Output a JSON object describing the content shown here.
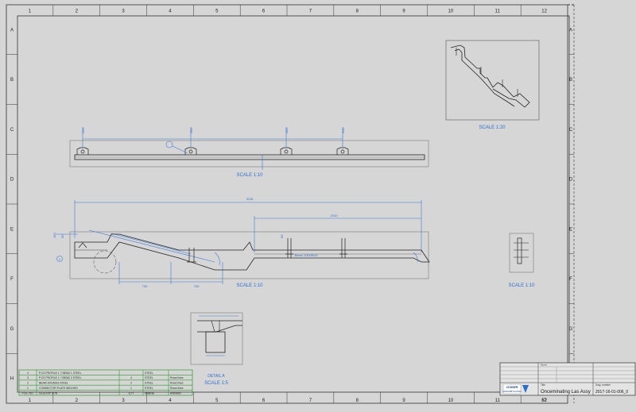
{
  "border": {
    "cols": [
      "1",
      "2",
      "3",
      "4",
      "5",
      "6",
      "7",
      "8",
      "9",
      "10",
      "11",
      "12"
    ],
    "rows": [
      "A",
      "B",
      "C",
      "D",
      "E",
      "F",
      "G",
      "H"
    ]
  },
  "views": {
    "iso_scale": "SCALE 1:20",
    "top_scale": "SCALE 1:10",
    "front_scale": "SCALE 1:10",
    "side_scale": "SCALE 1:10",
    "detail_label": "DETAIL A",
    "detail_scale": "SCALE 1:5",
    "top_dims": [
      "200",
      "360",
      "400",
      "400"
    ],
    "front_dims": [
      "3116",
      "1910",
      "700",
      "700",
      "160",
      "60",
      "80"
    ],
    "front_note": "Beam 100x50x3",
    "callout_a": "A",
    "callout_b": "1"
  },
  "bom": {
    "rows": [
      {
        "item": "4",
        "desc": "P.CS PROFILE 1 7 BEND 1 STEEL",
        "mat": "STEEL",
        "qty": "",
        "note": ""
      },
      {
        "item": "3",
        "desc": "P.CS PROFILE 1 7 BEND 2 STEEL",
        "mat": "STEEL",
        "qty": "4",
        "note": "Rows lines"
      },
      {
        "item": "2",
        "desc": "BEAM 100x50x3 STEEL",
        "mat": "STEEL",
        "qty": "2",
        "note": "Rows lines"
      },
      {
        "item": "1",
        "desc": "CONNECTOR PLATE WELDED",
        "mat": "STEEL",
        "qty": "1",
        "note": "Rows lines"
      }
    ],
    "header": {
      "item": "POS. NO.",
      "desc": "DESCRIPTION",
      "mat": "Material",
      "qty": "QTY",
      "note": "Remarks"
    }
  },
  "title_block": {
    "company": "VOSSER",
    "company_sub": "MASKINBYGGNAD",
    "title": "Onceminating Las Assy",
    "drawing_no": "2017-16-01-006_0",
    "size": "A3",
    "label_name": "Name",
    "label_title": "Title",
    "label_dwgno": "Dwg. number"
  }
}
